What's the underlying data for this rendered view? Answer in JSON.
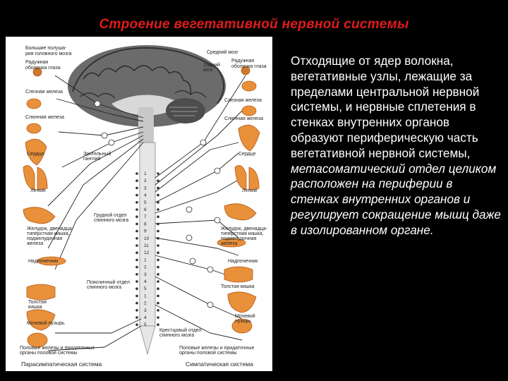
{
  "slide": {
    "title": "Строение вегетативной нервной системы",
    "text_plain": "Отходящие от ядер волокна, вегетативные узлы, лежащие за пределами центральной нервной системы, и нервные сплетения в стенках внутренних органов образуют периферическую часть вегетативной нервной системы,",
    "text_italic": " метасоматический отдел целиком расположен на периферии в стенках внутренних органов и регулирует сокращение мышц даже в изолированном органе."
  },
  "figure": {
    "left_labels": [
      "Большие полуша-",
      "рия головного мозга",
      "Радужная",
      "оболочка глаза",
      "Слезная железа",
      "Слюнная железа",
      "Сердце",
      "Легкие",
      "Желудок, двенадца-",
      "типерстная кишка,",
      "поджелудочная",
      "железа",
      "Надпочечник",
      "Толстая",
      "кишка",
      "Мочевой пузырь",
      "Половые железы и придаточные",
      "органы половой системы"
    ],
    "center_labels": [
      "Зрительный",
      "гангпий",
      "Грудной отдел",
      "спинного мозга",
      "Поясничный отдел",
      "спинного мозга",
      "Крестцовый отдел",
      "спинного мозга"
    ],
    "right_labels": [
      "Средний мозг",
      "Задний",
      "мозг",
      "Радужная",
      "оболочка глаза",
      "Слезная железа",
      "Слюнная железа",
      "Сердце",
      "Легкие",
      "Желудок, двенадца-",
      "типерстная кишка,",
      "поджелудочная",
      "железа",
      "Надпочечник",
      "Толстая кишка",
      "Мочевой",
      "пузырь",
      "Половые железы и придаточные",
      "органы половой системы"
    ],
    "segments": [
      "1",
      "2",
      "3",
      "4",
      "5",
      "6",
      "7",
      "8",
      "9",
      "10",
      "11",
      "12",
      "1",
      "2",
      "3",
      "4",
      "5",
      "1",
      "2",
      "3",
      "4",
      "5"
    ],
    "caption_left": "Парасимпатическая система",
    "caption_right": "Симпатическая система",
    "colors": {
      "organ": "#e8903a",
      "organ_dark": "#b55a18",
      "brain": "#5a5a5a"
    }
  }
}
